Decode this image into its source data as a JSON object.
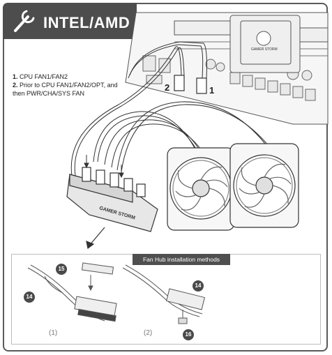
{
  "header": {
    "title": "INTEL/AMD",
    "icon": "wrench-icon"
  },
  "instructions": [
    {
      "num": "1.",
      "text": "CPU FAN1/FAN2"
    },
    {
      "num": "2.",
      "text": "Prior to CPU FAN1/FAN2/OPT, and then PWR/CHA/SYS FAN"
    }
  ],
  "callouts": {
    "header_2": "2",
    "header_1": "1"
  },
  "hub_label": "GAMER STORM",
  "logo_label": "GAMER STORM",
  "bottom": {
    "title": "Fan Hub installation methods",
    "method1_caption": "(1)",
    "method2_caption": "(2)",
    "badges": {
      "m1_top": "15",
      "m1_left": "14",
      "m2_top": "14",
      "m2_bottom": "16"
    }
  }
}
